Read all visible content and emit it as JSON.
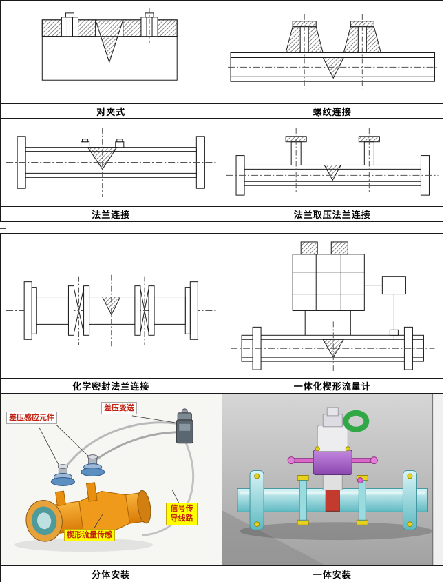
{
  "figures": [
    {
      "id": "wafer",
      "caption": "对夹式"
    },
    {
      "id": "threaded",
      "caption": "螺纹连接"
    },
    {
      "id": "flange",
      "caption": "法兰连接"
    },
    {
      "id": "flange-tap",
      "caption": "法兰取压法兰连接"
    },
    {
      "id": "chemical-seal",
      "caption": "化学密封法兰连接"
    },
    {
      "id": "integrated-meter",
      "caption": "一体化楔形流量计"
    },
    {
      "id": "split-install",
      "caption": "分体安装"
    },
    {
      "id": "integral-install",
      "caption": "一体安装"
    }
  ],
  "photo_labels": {
    "dp_sensing_element": "差压感应元件",
    "dp_transmitter": "差压变送",
    "wedge_flow_sensor": "楔形流量传感",
    "signal_line": "信号传导线路"
  },
  "colors": {
    "line_black": "#1a1a1a",
    "meter_orange": "#ef9a1a",
    "pipe_cyan": "#7fccd4",
    "manifold_purple": "#9b59b6",
    "ring_green": "#2fa845",
    "label_yellow": "#ffff00",
    "label_text_red": "#c22212"
  }
}
